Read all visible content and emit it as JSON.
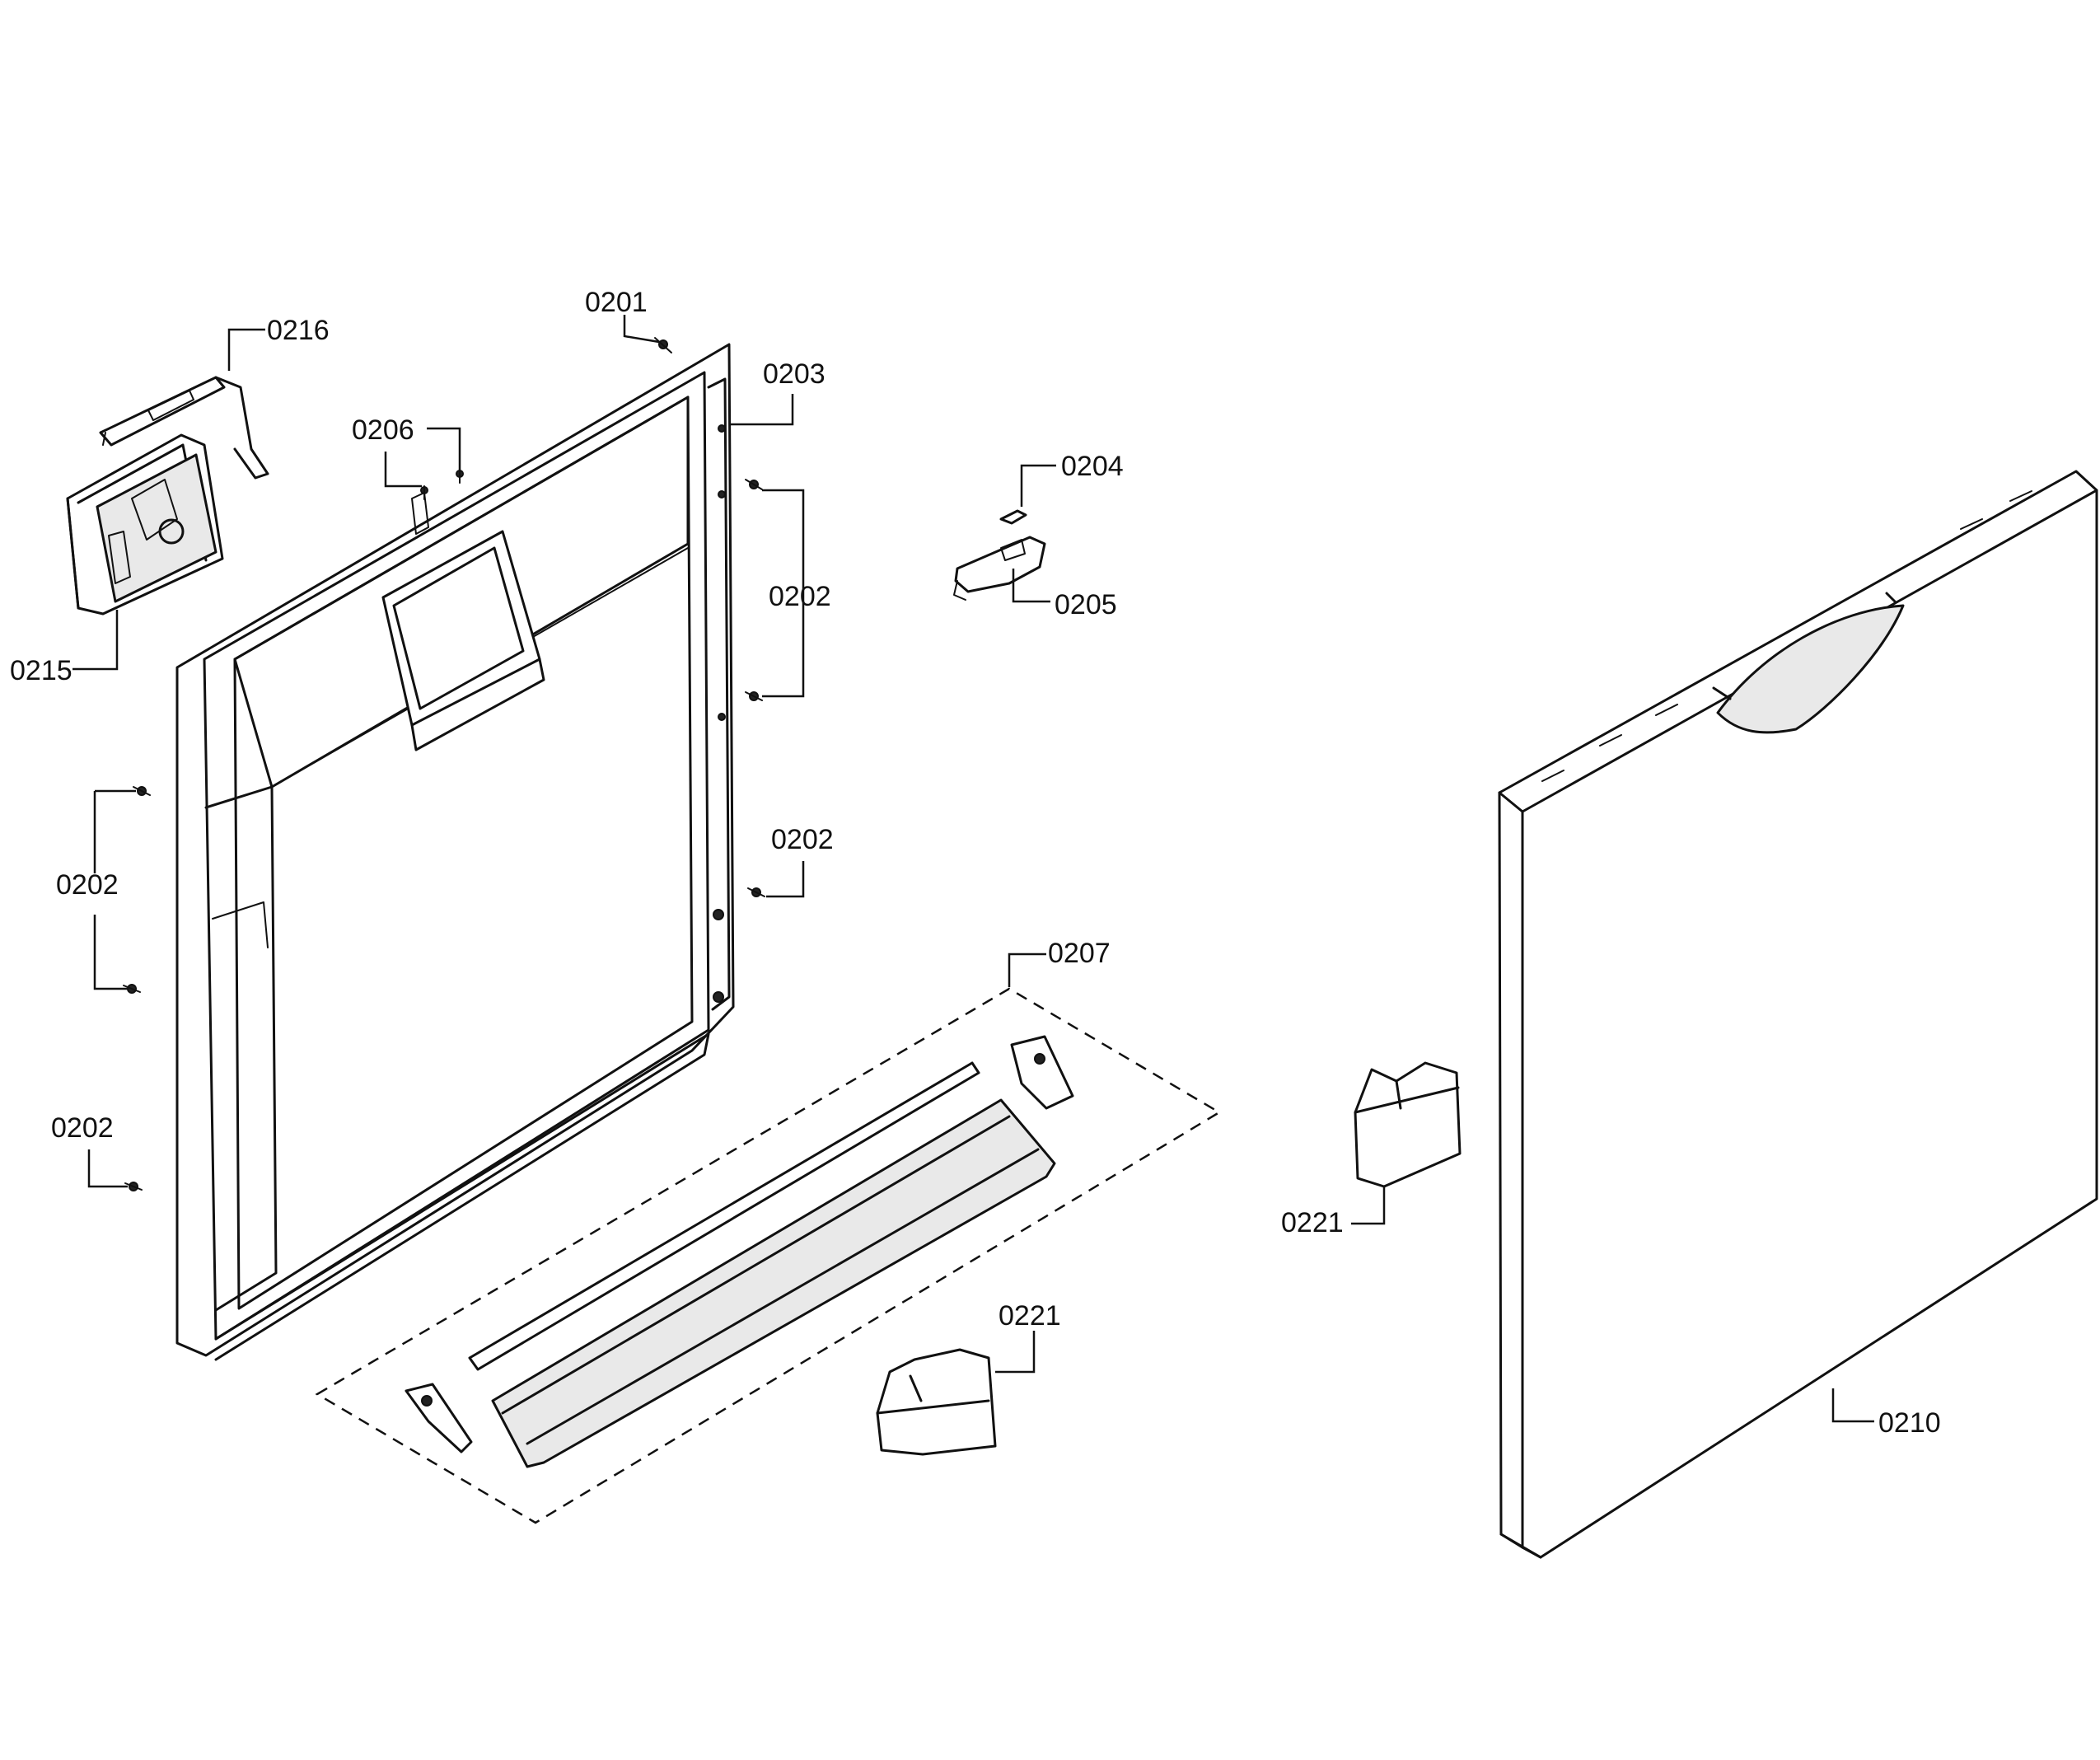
{
  "callouts": {
    "c0201": "0201",
    "c0216": "0216",
    "c0203": "0203",
    "c0206": "0206",
    "c0204": "0204",
    "c0202a": "0202",
    "c0205": "0205",
    "c0215": "0215",
    "c0202b": "0202",
    "c0202c": "0202",
    "c0207": "0207",
    "c0202d": "0202",
    "c0221a": "0221",
    "c0221b": "0221",
    "c0210": "0210"
  }
}
